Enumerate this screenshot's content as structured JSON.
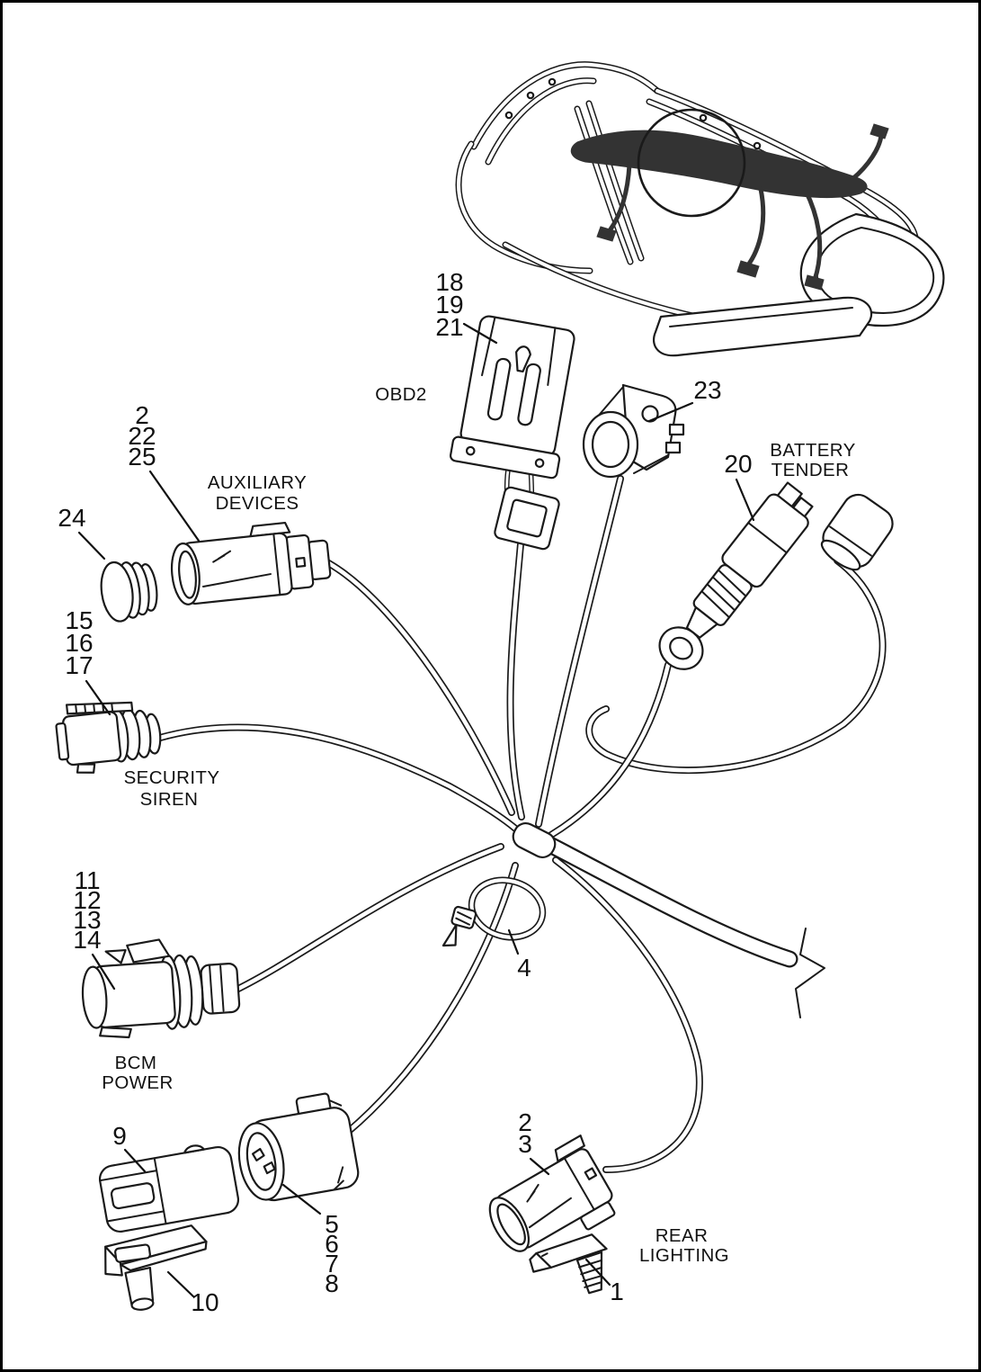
{
  "colors": {
    "line": "#1a1a1a",
    "harness_fill": "#333333",
    "background": "#ffffff"
  },
  "labels": {
    "obd2": "OBD2",
    "battery_tender": {
      "line1": "BATTERY",
      "line2": "TENDER"
    },
    "auxiliary_devices": {
      "line1": "AUXILIARY",
      "line2": "DEVICES"
    },
    "security_siren": {
      "line1": "SECURITY",
      "line2": "SIREN"
    },
    "bcm_power": {
      "line1": "BCM",
      "line2": "POWER"
    },
    "rear_lighting": {
      "line1": "REAR",
      "line2": "LIGHTING"
    }
  },
  "callouts": {
    "obd2_connector": [
      "18",
      "19",
      "21"
    ],
    "obd2_bracket": [
      "23"
    ],
    "battery_tender_connector": [
      "20"
    ],
    "auxiliary_connector": [
      "2",
      "22",
      "25"
    ],
    "sealing_cap": [
      "24"
    ],
    "security_siren_connector": [
      "15",
      "16",
      "17"
    ],
    "bcm_power_connector": [
      "11",
      "12",
      "13",
      "14"
    ],
    "cable_strap": [
      "4"
    ],
    "connector_housing": [
      "9"
    ],
    "connector_cover": [
      "10"
    ],
    "lighting_connector": [
      "5",
      "6",
      "7",
      "8"
    ],
    "rear_lighting_connector": [
      "2",
      "3"
    ],
    "push_in_fastener": [
      "1"
    ]
  }
}
